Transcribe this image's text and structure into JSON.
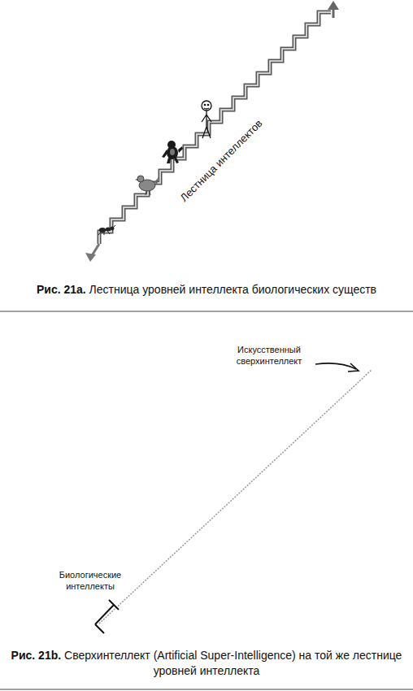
{
  "diagram": {
    "labels": [
      "Лестница интеллектов",
      "Рис. 21a.",
      "Лестница уровней интеллекта биологических существ",
      "Искусственный сверхинтеллект",
      "Биологические интеллекты",
      "Рис. 21b.",
      "Сверхинтеллект (Artificial Super-Intelligence) на той же лестнице уровней интеллекта"
    ]
  }
}
